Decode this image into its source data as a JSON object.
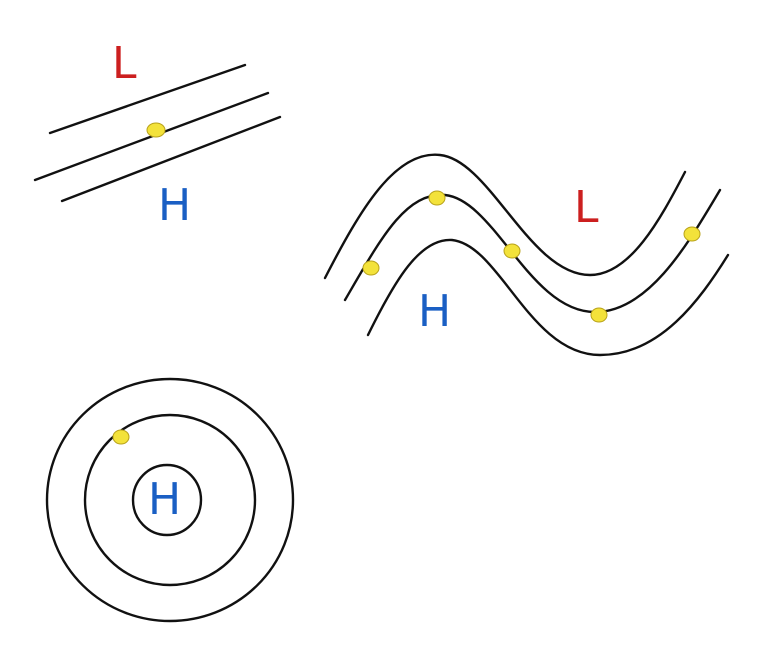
{
  "panels": {
    "straight": {
      "low_label": "L",
      "high_label": "H"
    },
    "wave": {
      "low_label": "L",
      "high_label": "H"
    },
    "circular": {
      "high_label": "H"
    }
  },
  "colors": {
    "low": "#cc1f1f",
    "high": "#1a5fc4",
    "contour": "#111111",
    "dot": "#f3e23a"
  }
}
